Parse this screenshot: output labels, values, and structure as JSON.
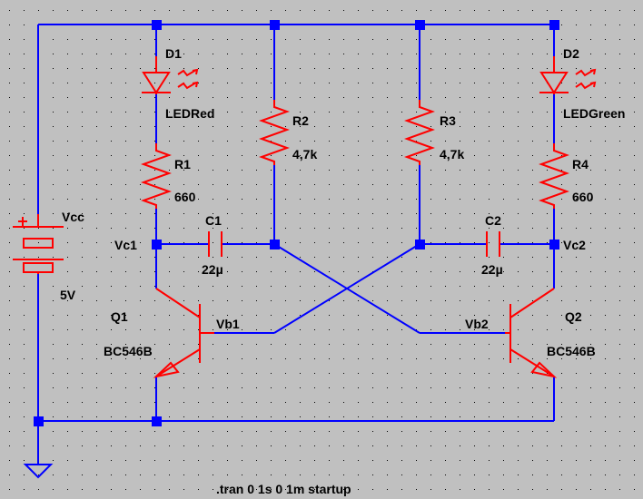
{
  "components": {
    "d1": {
      "ref": "D1",
      "value": "LEDRed"
    },
    "d2": {
      "ref": "D2",
      "value": "LEDGreen"
    },
    "r1": {
      "ref": "R1",
      "value": "660"
    },
    "r2": {
      "ref": "R2",
      "value": "4,7k"
    },
    "r3": {
      "ref": "R3",
      "value": "4,7k"
    },
    "r4": {
      "ref": "R4",
      "value": "660"
    },
    "c1": {
      "ref": "C1",
      "value": "22µ"
    },
    "c2": {
      "ref": "C2",
      "value": "22µ"
    },
    "q1": {
      "ref": "Q1",
      "value": "BC546B"
    },
    "q2": {
      "ref": "Q2",
      "value": "BC546B"
    },
    "vcc": {
      "ref": "Vcc",
      "value": "5V"
    }
  },
  "nets": {
    "vc1": "Vc1",
    "vc2": "Vc2",
    "vb1": "Vb1",
    "vb2": "Vb2"
  },
  "directive": ".tran 0 1s 0 1m startup",
  "colors": {
    "background": "#c0c0c0",
    "wire": "#0000ff",
    "component": "#ff0000",
    "grid_dot": "#000000"
  }
}
